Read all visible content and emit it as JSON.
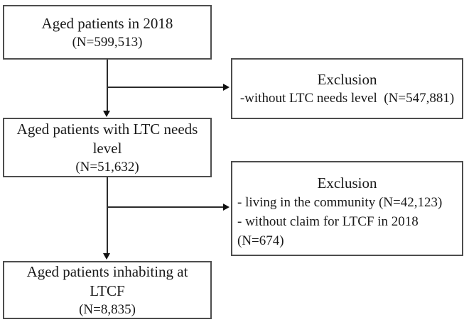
{
  "flowchart": {
    "boxes": {
      "top": {
        "line1": "Aged patients in 2018",
        "line2": "(N=599,513)"
      },
      "exclusion1": {
        "heading": "Exclusion",
        "item1": "-without LTC needs level  (N=547,881)"
      },
      "middle": {
        "line1": "Aged patients with LTC needs",
        "line2": "level",
        "line3": "(N=51,632)"
      },
      "exclusion2": {
        "heading": "Exclusion",
        "item1": "- living in the community (N=42,123)",
        "item2": "- without claim for LTCF in 2018 (N=674)"
      },
      "bottom": {
        "line1": "Aged patients inhabiting at",
        "line2": "LTCF",
        "line3": "(N=8,835)"
      }
    },
    "colors": {
      "background": "#ffffff",
      "box_border": "#4d4d4d",
      "text": "#1a1a1a",
      "connector": "#2b2b2b",
      "arrowhead": "#111111"
    }
  }
}
